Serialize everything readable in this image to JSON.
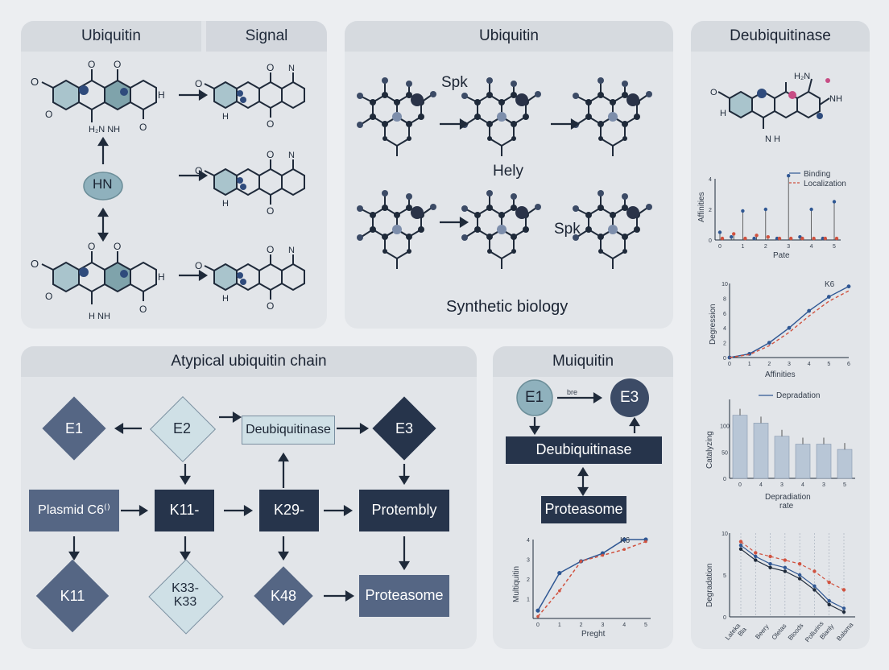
{
  "panel_molecules": {
    "title_left": "Ubiquitin",
    "title_right": "Signal",
    "hn_label": "HN"
  },
  "panel_synthetic": {
    "title": "Ubiquitin",
    "label_spk_top": "Spk",
    "label_hely": "Hely",
    "label_spk_bottom": "Spk",
    "caption": "Synthetic biology"
  },
  "panel_chain": {
    "title": "Atypical ubiquitin chain",
    "nodes": {
      "e1": "E1",
      "e2": "E2",
      "deub": "Deubiquitinase",
      "e3": "E3",
      "plasmid": "Plasmid C6⁽⁾",
      "k11_box": "K11-",
      "k29": "K29-",
      "protembly": "Protembly",
      "k11": "K11",
      "k33": "K33-\nK33",
      "k48": "K48",
      "proteasome": "Proteasome"
    }
  },
  "panel_muiquitin": {
    "title": "Muiquitin",
    "e1": "E1",
    "e3": "E3",
    "arrow_label": "bre",
    "deub": "Deubiquitinase",
    "proteasome": "Proteasome",
    "chart_labels": {
      "series_label": "K6",
      "ylabel": "Multiquitin",
      "xlabel": "Preght"
    }
  },
  "panel_deub": {
    "title": "Deubiquitinase",
    "chart1_labels": {
      "legend": [
        "Binding",
        "Localization"
      ],
      "ylabel": "Affinities",
      "xlabel": "Pate"
    },
    "chart2_labels": {
      "ylabel": "Degression",
      "xlabel": "Affinities",
      "series_label": "K6"
    },
    "chart3_labels": {
      "legend": "Depradation",
      "ylabel": "Catalyzing",
      "xlabel_line1": "Depradiation",
      "xlabel_line2": "rate"
    },
    "chart4_labels": {
      "ylabel": "Degradation",
      "xticks": [
        "Lateka",
        "Bla",
        "Beery",
        "Oletas",
        "Bloods",
        "Pollurins",
        "Blanly",
        "Balsma"
      ]
    }
  },
  "colors": {
    "navy": "#26344b",
    "slate": "#556684",
    "teal_light": "#cfe0e6",
    "teal_circle": "#8fb1bd",
    "blue_line": "#2f5793",
    "red_line": "#d0523f"
  },
  "chart_data": [
    {
      "type": "line",
      "x": [
        0,
        1,
        2,
        3,
        4,
        5
      ],
      "series": [
        {
          "name": "K6",
          "values": [
            0.4,
            2.3,
            2.9,
            3.3,
            4.0,
            4.0
          ]
        },
        {
          "values": [
            0.1,
            1.4,
            2.9,
            3.2,
            3.5,
            3.9
          ]
        }
      ],
      "xlabel": "Preght",
      "ylabel": "Multiquitin",
      "ylim": [
        0,
        4
      ]
    },
    {
      "type": "scatter",
      "x": [
        0,
        0.5,
        1,
        1.5,
        2,
        2.5,
        3,
        3.5,
        4,
        4.5,
        5
      ],
      "series": [
        {
          "name": "Binding",
          "values": [
            0.5,
            0.2,
            1.9,
            0.1,
            2.0,
            0.1,
            4.2,
            0.2,
            2.0,
            0.1,
            2.5
          ]
        },
        {
          "name": "Localization",
          "values": [
            0.1,
            0.4,
            0.1,
            0.3,
            0.2,
            0.1,
            0.1,
            0.1,
            0.1,
            0.1,
            0.1
          ]
        }
      ],
      "xlabel": "Pate",
      "ylabel": "Affinities",
      "ylim": [
        0,
        4
      ]
    },
    {
      "type": "line",
      "x": [
        0,
        1,
        2,
        3,
        4,
        5,
        6
      ],
      "series": [
        {
          "name": "K6",
          "values": [
            0,
            0.5,
            2.0,
            4.0,
            6.3,
            8.2,
            9.6
          ]
        },
        {
          "values": [
            0,
            0.4,
            1.6,
            3.4,
            5.6,
            7.6,
            9.0
          ]
        }
      ],
      "xlabel": "Affinities",
      "ylabel": "Degression",
      "ylim": [
        0,
        10
      ]
    },
    {
      "type": "bar",
      "categories": [
        "0",
        "4",
        "3",
        "4",
        "3",
        "5"
      ],
      "series": [
        {
          "name": "Depradation",
          "values": [
            120,
            105,
            80,
            65,
            65,
            55
          ]
        }
      ],
      "xlabel": "Depradiation rate",
      "ylabel": "Catalyzing",
      "ylim": [
        0,
        150
      ]
    },
    {
      "type": "line",
      "categories": [
        "Lateka",
        "Bla",
        "Beery",
        "Oletas",
        "Bloods",
        "Pollurins",
        "Blanly",
        "Balsma"
      ],
      "series": [
        {
          "values": [
            9,
            7.5,
            6.5,
            6,
            5,
            3.5,
            1.5,
            0.5
          ]
        },
        {
          "values": [
            8.5,
            7,
            6,
            5.5,
            4.5,
            3,
            1,
            0
          ]
        },
        {
          "values": [
            9.5,
            8,
            7.5,
            7,
            6.5,
            5.5,
            4,
            3
          ]
        }
      ],
      "ylabel": "Degradation",
      "ylim": [
        0,
        10
      ]
    }
  ]
}
